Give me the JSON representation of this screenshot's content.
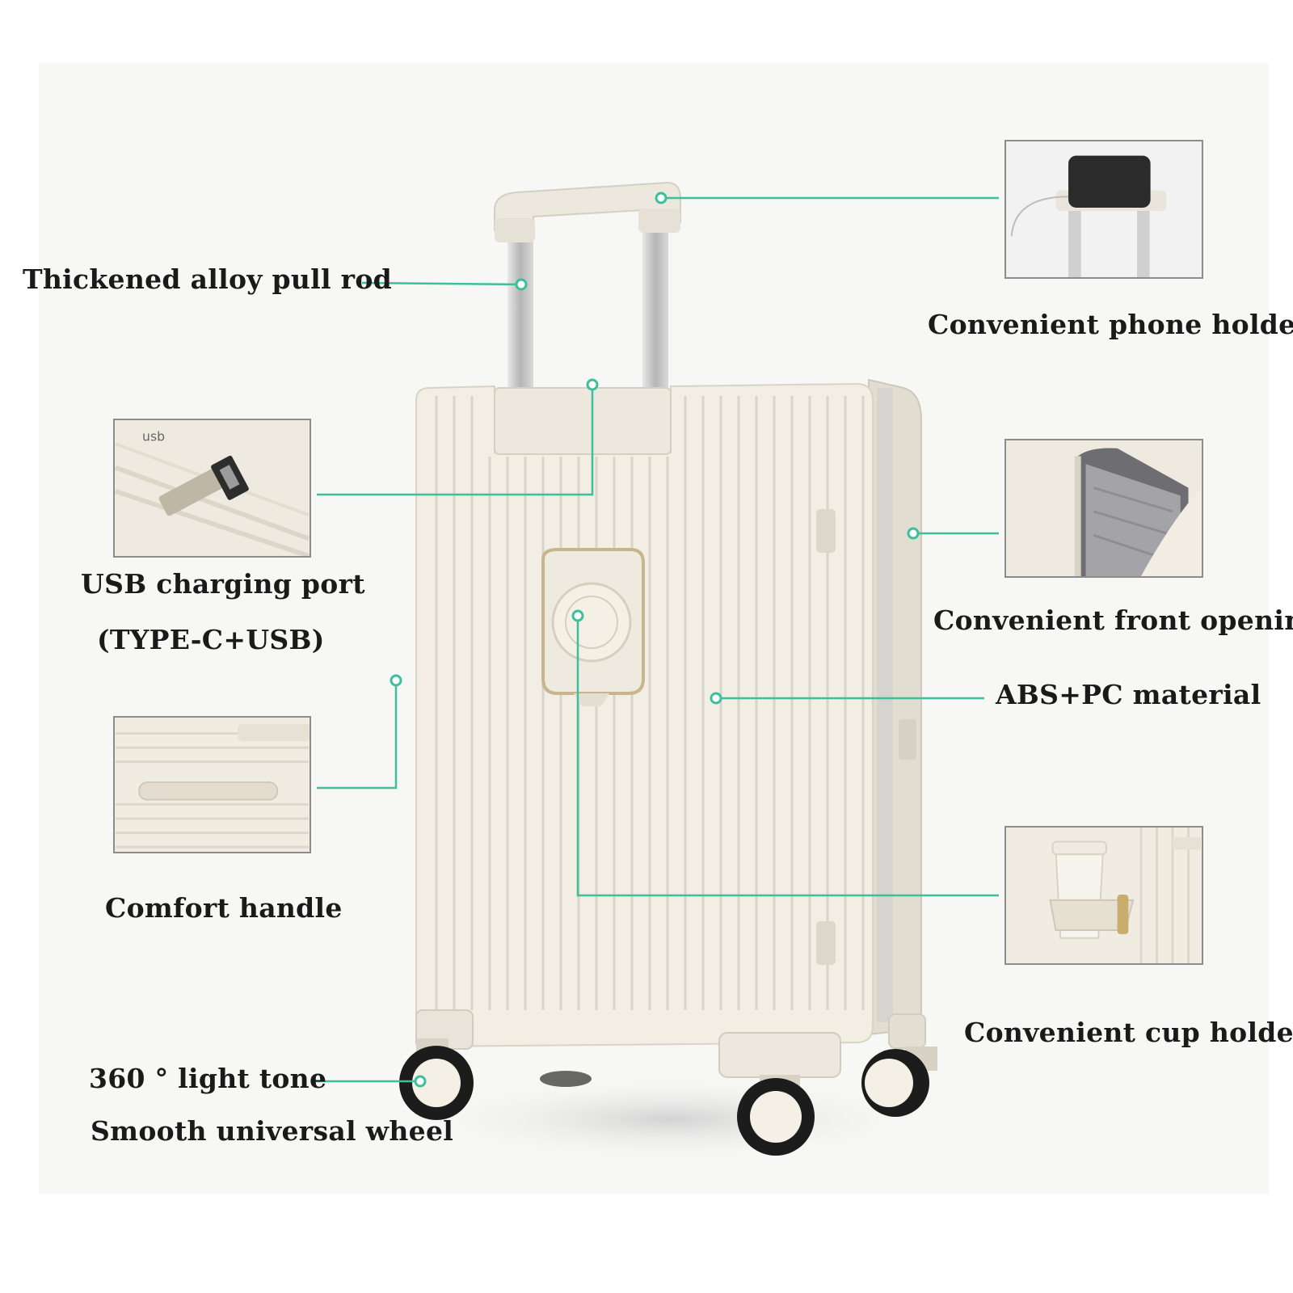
{
  "colors": {
    "accent": "#3dbf9e",
    "shell": "#f1ede3",
    "wheel": "#1c1c1c",
    "rod": "#b9b9b9"
  },
  "labels": {
    "pull_rod": "Thickened alloy pull rod",
    "phone_holder": "Convenient phone holder",
    "usb_line1": "USB charging port",
    "usb_line2": "(TYPE-C+USB)",
    "front_opening": "Convenient front opening",
    "material": "ABS+PC material",
    "comfort_handle": "Comfort handle",
    "cup_holder": "Convenient cup holder",
    "wheel_line1": "360 ° light tone",
    "wheel_line2": "Smooth universal wheel"
  },
  "thumbnails": {
    "usb": "usb-port-closeup",
    "handle": "handle-closeup",
    "phone": "phone-holder-closeup",
    "front": "front-opening-closeup",
    "cup": "cup-holder-closeup"
  }
}
